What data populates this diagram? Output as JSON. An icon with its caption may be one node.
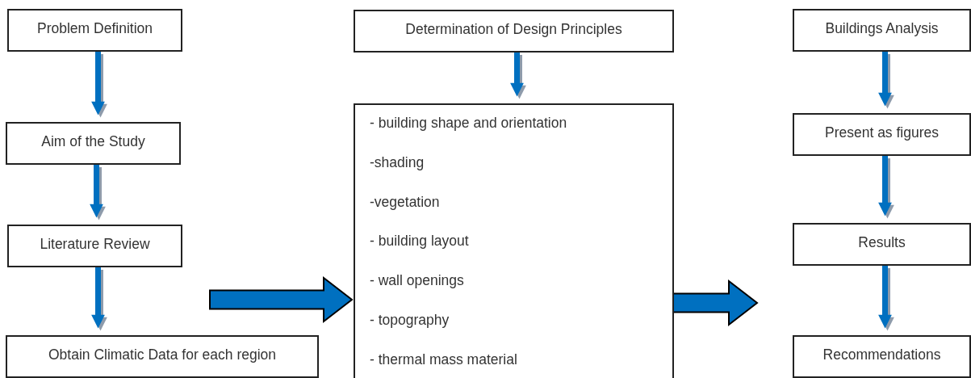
{
  "diagram": {
    "nodes": [
      {
        "text": [
          "Problem Definition"
        ]
      },
      {
        "text": [
          "Aim of the Study"
        ]
      },
      {
        "text": [
          "Literature Review"
        ]
      },
      {
        "text": [
          "Obtain Climatic Data for each region"
        ]
      },
      {
        "text": [
          "Determination of Design Principles"
        ]
      },
      {
        "text": [
          "- building shape and orientation",
          "-shading",
          "-vegetation",
          "- building layout",
          "- wall openings",
          "- topography",
          "- thermal mass material"
        ]
      },
      {
        "text": [
          "Buildings Analysis"
        ]
      },
      {
        "text": [
          "Present as figures"
        ]
      },
      {
        "text": [
          "Results"
        ]
      },
      {
        "text": [
          "Recommendations"
        ]
      }
    ],
    "edges": [
      {
        "from": 0,
        "to": 1,
        "arrow": "to"
      },
      {
        "from": 1,
        "to": 2,
        "arrow": "to"
      },
      {
        "from": 2,
        "to": 3,
        "arrow": "to"
      },
      {
        "from": 4,
        "to": 5,
        "arrow": "to"
      },
      {
        "from": 6,
        "to": 7,
        "arrow": "to"
      },
      {
        "from": 7,
        "to": 8,
        "arrow": "to"
      },
      {
        "from": 8,
        "to": 9,
        "arrow": "to"
      },
      {
        "from": 3,
        "to": 5,
        "arrow": "to",
        "style": "thick"
      },
      {
        "from": 5,
        "to": null,
        "arrow": "to",
        "style": "thick"
      }
    ]
  }
}
